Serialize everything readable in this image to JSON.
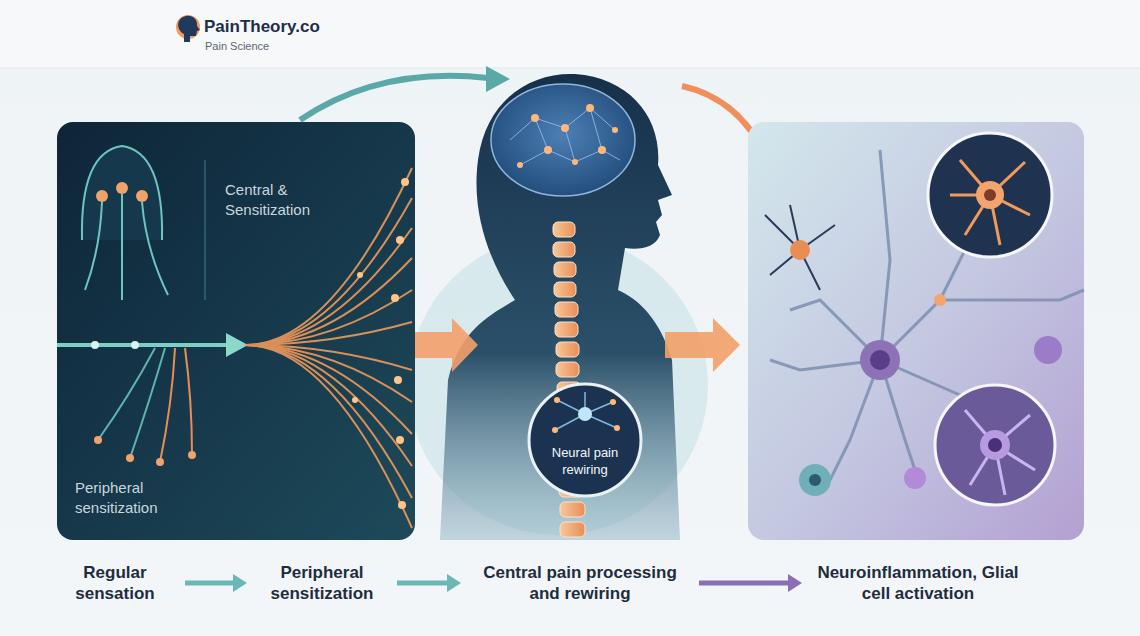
{
  "diagram": {
    "nodes": [
      {
        "text": [
          "Central & Sensitization",
          "Peripheral sensitization"
        ]
      },
      {
        "text": [
          "Neural pain rewiring"
        ]
      },
      {
        "text": [
          "Regular sensation"
        ]
      },
      {
        "text": [
          "Peripheral sensitization"
        ]
      },
      {
        "text": [
          "Central pain processing and rewiring"
        ]
      },
      {
        "text": [
          "Neuroinflammation, Glial cell activation"
        ]
      }
    ],
    "edges": [
      {
        "from": 2,
        "to": 3,
        "arrow": "to"
      },
      {
        "from": 3,
        "to": 4,
        "arrow": "to"
      },
      {
        "from": 4,
        "to": 5,
        "arrow": "to"
      }
    ],
    "labels": [
      "PainTheory.co",
      "Pain Science"
    ]
  }
}
